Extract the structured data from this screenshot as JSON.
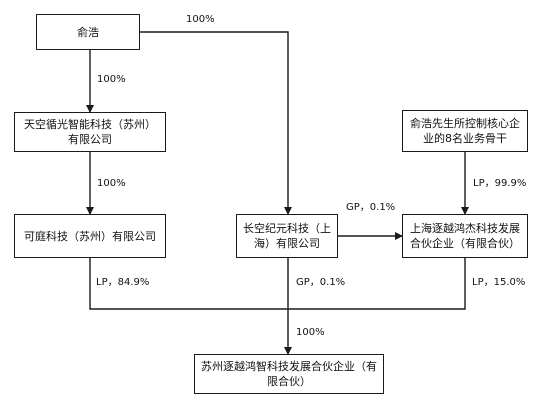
{
  "nodes": {
    "yuhao": "俞浩",
    "tiankong": "天空循光智能科技（苏州）有限公司",
    "keting": "可庭科技（苏州）有限公司",
    "changkong": "长空纪元科技（上海）有限公司",
    "core_members": "俞浩先生所控制核心企业的8名业务骨干",
    "shanghai_partnership": "上海逐越鸿杰科技发展合伙企业（有限合伙）",
    "suzhou_partnership": "苏州逐越鸿智科技发展合伙企业（有限合伙）"
  },
  "edges": {
    "yuhao_to_changkong": "100%",
    "yuhao_to_tiankong": "100%",
    "tiankong_to_keting": "100%",
    "changkong_to_shanghai": "GP，0.1%",
    "core_to_shanghai": "LP，99.9%",
    "keting_to_suzhou": "LP，84.9%",
    "changkong_to_suzhou": "GP，0.1%",
    "shanghai_to_suzhou": "LP，15.0%",
    "merge_to_suzhou": "100%"
  }
}
